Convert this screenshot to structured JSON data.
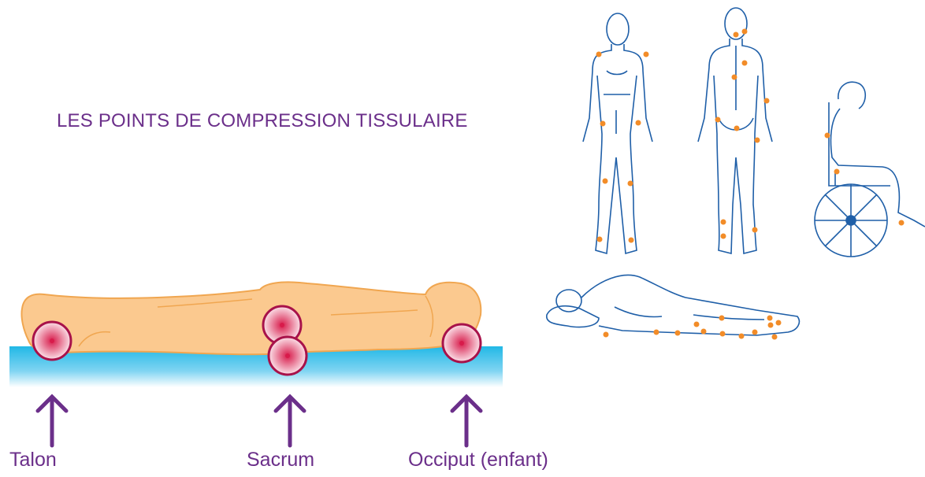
{
  "diagram": {
    "title": "LES POINTS DE COMPRESSION TISSULAIRE",
    "labels": {
      "talon": "Talon",
      "sacrum": "Sacrum",
      "occiput": "Occiput (enfant)"
    },
    "colors": {
      "title": "#6b2f8a",
      "arrow": "#6b2f8a",
      "body_fill": "#fbc98f",
      "body_outline": "#f0a650",
      "mattress": "#22b8e6",
      "pressure_point_ring": "#a8124a",
      "pressure_point_center": "#d81b4b",
      "figure_line": "#1f5fa8",
      "figure_point": "#f28c28"
    }
  }
}
